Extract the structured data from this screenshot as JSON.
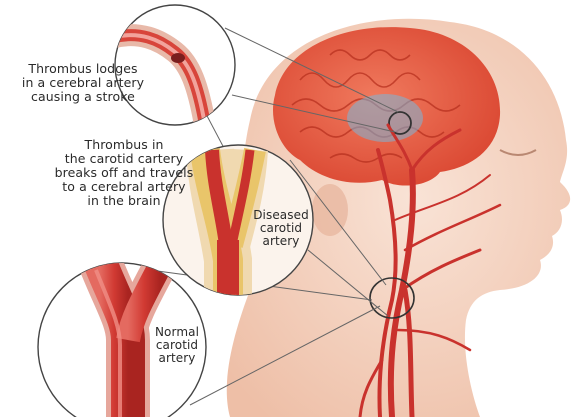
{
  "labels": {
    "lodges": "Thrombus lodges\nin a cerebral artery\ncausing a stroke",
    "travels": "Thrombus in\nthe carotid cartery\nbreaks off and travels\nto a cerebral artery\nin the brain",
    "diseased": "Diseased\ncarotid\nartery",
    "normal": "Normal\ncarotid\nartery"
  },
  "colors": {
    "skin": "#f3d3c0",
    "brain": "#e2573f",
    "artery": "#c9322d",
    "plaque": "#e9c56a",
    "clot": "#7ab6d8",
    "outline": "#555555"
  }
}
